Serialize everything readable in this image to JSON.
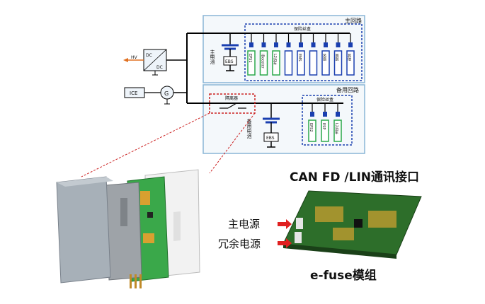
{
  "top_diagram": {
    "main_circuit_label": "主回路",
    "backup_circuit_label": "备用回路",
    "fuse_box_label": "保险丝盒",
    "backup_fuse_box_label": "保险丝盒",
    "main_battery_label": "主电池",
    "backup_battery_label": "备用电池",
    "ebs_label": "EBS",
    "backup_ebs_label": "EBS",
    "isolator_label": "隔离器",
    "hv_label": "HV",
    "dc_top_label": "DC",
    "dc_bottom_label": "DC",
    "ice_label": "ICE",
    "generator_label": "G",
    "main_loads": [
      "EPS1",
      "iBooster",
      "L2泊车",
      "",
      "EMS",
      "",
      "风扇",
      "雨刮",
      "其他"
    ],
    "backup_loads": [
      "EPS2",
      "ESP",
      "L2泊车"
    ]
  },
  "module": {
    "interface_label": "CAN FD /LIN通讯接口",
    "main_power_label": "主电源",
    "redundant_power_label": "冗余电源",
    "module_label": "e-fuse模组"
  },
  "colors": {
    "panel_border": "#8ab6d6",
    "panel_fill": "#f4f8fb",
    "fuse_blue": "#1a3fb0",
    "isolator_red": "#cc2222",
    "load_green": "#2aa84a",
    "pcb_green": "#2d6e2a"
  }
}
